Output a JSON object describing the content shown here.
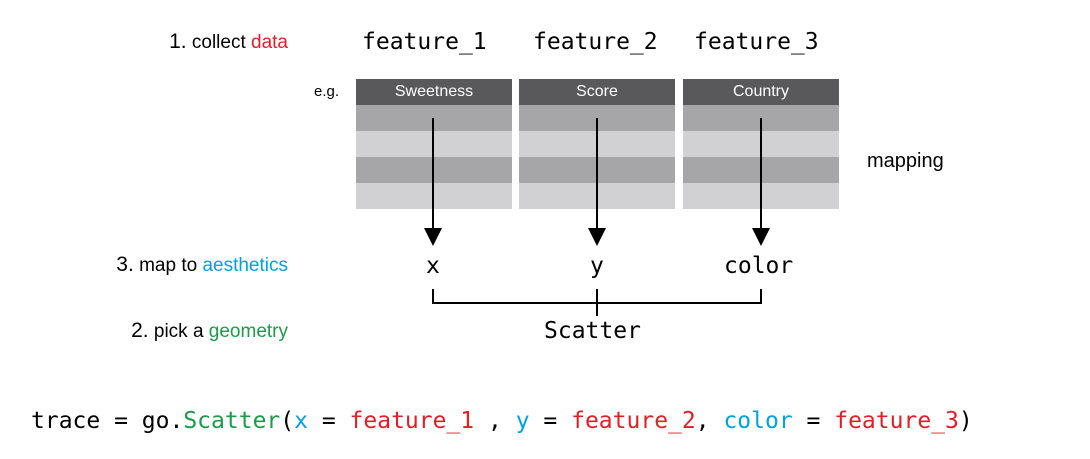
{
  "steps": {
    "s1": {
      "num": "1.",
      "text": "collect",
      "key": "data",
      "key_color": "#e31e26"
    },
    "s3": {
      "num": "3.",
      "text": "map to",
      "key": "aesthetics",
      "key_color": "#00a3e0"
    },
    "s2": {
      "num": "2.",
      "text": "pick a",
      "key": "geometry",
      "key_color": "#1a9c48"
    }
  },
  "features": [
    "feature_1",
    "feature_2",
    "feature_3"
  ],
  "eg_label": "e.g.",
  "tables": [
    {
      "header": "Sweetness"
    },
    {
      "header": "Score"
    },
    {
      "header": "Country"
    }
  ],
  "mapping_label": "mapping",
  "aesthetics": [
    "x",
    "y",
    "color"
  ],
  "geometry_label": "Scatter",
  "code": {
    "p1": "trace = go.",
    "fn": "Scatter",
    "p2": "(",
    "a1": "x",
    "eq1": " = ",
    "v1": "feature_1",
    "c1": " , ",
    "a2": "y",
    "eq2": " = ",
    "v2": "feature_2",
    "c2": ", ",
    "a3": "color",
    "eq3": " = ",
    "v3": "feature_3",
    "p3": ")"
  },
  "colors": {
    "red": "#e31e26",
    "blue": "#00a3e0",
    "green": "#1a9c48",
    "header_bg": "#59595b",
    "row_dark": "#a6a6a8",
    "row_light": "#d1d1d3"
  }
}
